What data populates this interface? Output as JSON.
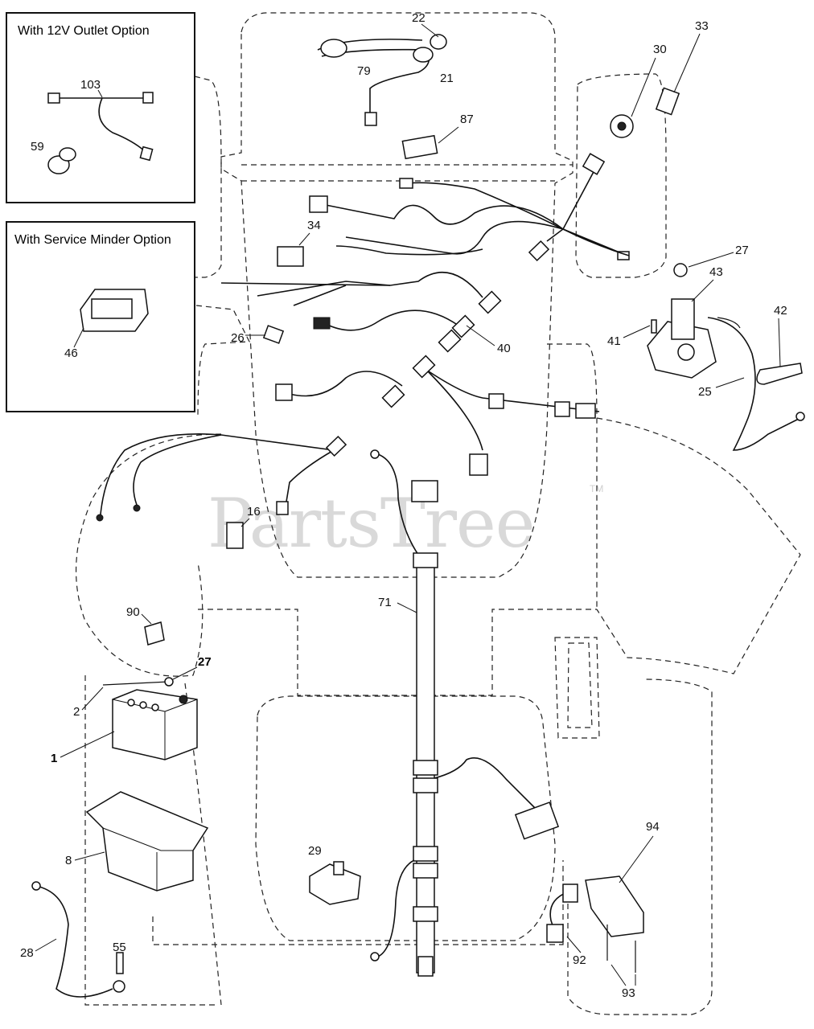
{
  "insets": {
    "outlet_title": "With 12V Outlet Option",
    "minder_title": "With Service Minder Option"
  },
  "watermark": {
    "text": "PartsTree",
    "tm": "TM"
  },
  "callouts": {
    "c22": "22",
    "c79": "79",
    "c21": "21",
    "c87": "87",
    "c33": "33",
    "c30": "30",
    "c103": "103",
    "c59": "59",
    "c34": "34",
    "c27a": "27",
    "c43": "43",
    "c42": "42",
    "c41": "41",
    "c46": "46",
    "c26": "26",
    "c40": "40",
    "c25": "25",
    "c16": "16",
    "c71": "71",
    "c90": "90",
    "c27b": "27",
    "c2": "2",
    "c1": "1",
    "c8": "8",
    "c29": "29",
    "c94": "94",
    "c28": "28",
    "c55": "55",
    "c92": "92",
    "c93": "93"
  }
}
